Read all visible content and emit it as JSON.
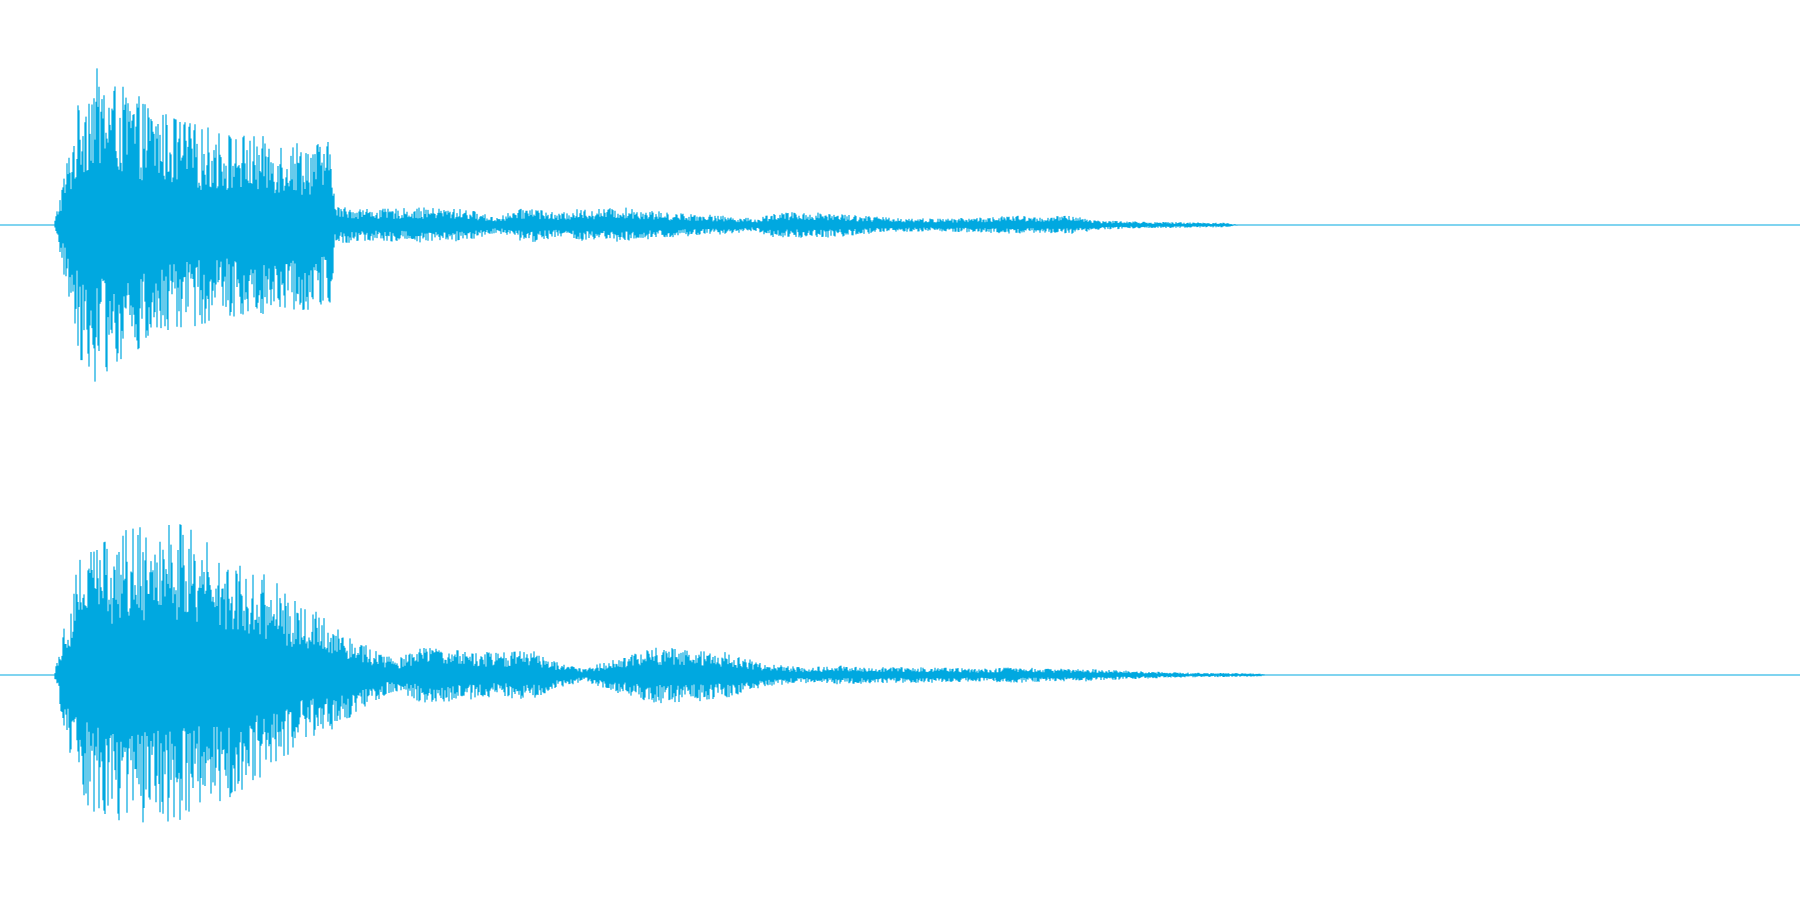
{
  "colors": {
    "background": "#ffffff",
    "waveform": "#00a8e0"
  },
  "waveform": {
    "channels": [
      {
        "name": "channel-1",
        "envelope": [
          [
            0.0,
            0.0
          ],
          [
            0.03,
            0.0
          ],
          [
            0.036,
            0.35
          ],
          [
            0.045,
            0.85
          ],
          [
            0.052,
            1.0
          ],
          [
            0.06,
            0.92
          ],
          [
            0.075,
            0.82
          ],
          [
            0.09,
            0.72
          ],
          [
            0.11,
            0.63
          ],
          [
            0.13,
            0.58
          ],
          [
            0.15,
            0.55
          ],
          [
            0.16,
            0.54
          ],
          [
            0.185,
            0.52
          ],
          [
            0.186,
            0.12
          ],
          [
            0.21,
            0.1
          ],
          [
            0.235,
            0.11
          ],
          [
            0.26,
            0.1
          ],
          [
            0.275,
            0.05
          ],
          [
            0.295,
            0.12
          ],
          [
            0.31,
            0.07
          ],
          [
            0.32,
            0.1
          ],
          [
            0.35,
            0.11
          ],
          [
            0.37,
            0.08
          ],
          [
            0.39,
            0.07
          ],
          [
            0.42,
            0.04
          ],
          [
            0.43,
            0.08
          ],
          [
            0.46,
            0.08
          ],
          [
            0.49,
            0.05
          ],
          [
            0.52,
            0.04
          ],
          [
            0.55,
            0.05
          ],
          [
            0.565,
            0.06
          ],
          [
            0.575,
            0.05
          ],
          [
            0.595,
            0.06
          ],
          [
            0.61,
            0.03
          ],
          [
            0.64,
            0.02
          ],
          [
            0.68,
            0.015
          ],
          [
            0.69,
            0.0
          ],
          [
            1.0,
            0.0
          ]
        ]
      },
      {
        "name": "channel-2",
        "envelope": [
          [
            0.0,
            0.0
          ],
          [
            0.03,
            0.0
          ],
          [
            0.036,
            0.35
          ],
          [
            0.045,
            0.8
          ],
          [
            0.055,
            0.88
          ],
          [
            0.07,
            0.92
          ],
          [
            0.085,
            1.0
          ],
          [
            0.1,
            0.95
          ],
          [
            0.115,
            0.85
          ],
          [
            0.13,
            0.75
          ],
          [
            0.15,
            0.62
          ],
          [
            0.165,
            0.45
          ],
          [
            0.18,
            0.38
          ],
          [
            0.19,
            0.3
          ],
          [
            0.205,
            0.18
          ],
          [
            0.22,
            0.1
          ],
          [
            0.235,
            0.18
          ],
          [
            0.255,
            0.16
          ],
          [
            0.275,
            0.14
          ],
          [
            0.295,
            0.16
          ],
          [
            0.31,
            0.08
          ],
          [
            0.325,
            0.04
          ],
          [
            0.345,
            0.12
          ],
          [
            0.365,
            0.18
          ],
          [
            0.385,
            0.17
          ],
          [
            0.405,
            0.14
          ],
          [
            0.425,
            0.07
          ],
          [
            0.445,
            0.05
          ],
          [
            0.47,
            0.06
          ],
          [
            0.49,
            0.05
          ],
          [
            0.52,
            0.05
          ],
          [
            0.545,
            0.04
          ],
          [
            0.565,
            0.05
          ],
          [
            0.585,
            0.04
          ],
          [
            0.605,
            0.04
          ],
          [
            0.63,
            0.025
          ],
          [
            0.66,
            0.015
          ],
          [
            0.7,
            0.01
          ],
          [
            0.705,
            0.0
          ],
          [
            1.0,
            0.0
          ]
        ]
      }
    ]
  }
}
